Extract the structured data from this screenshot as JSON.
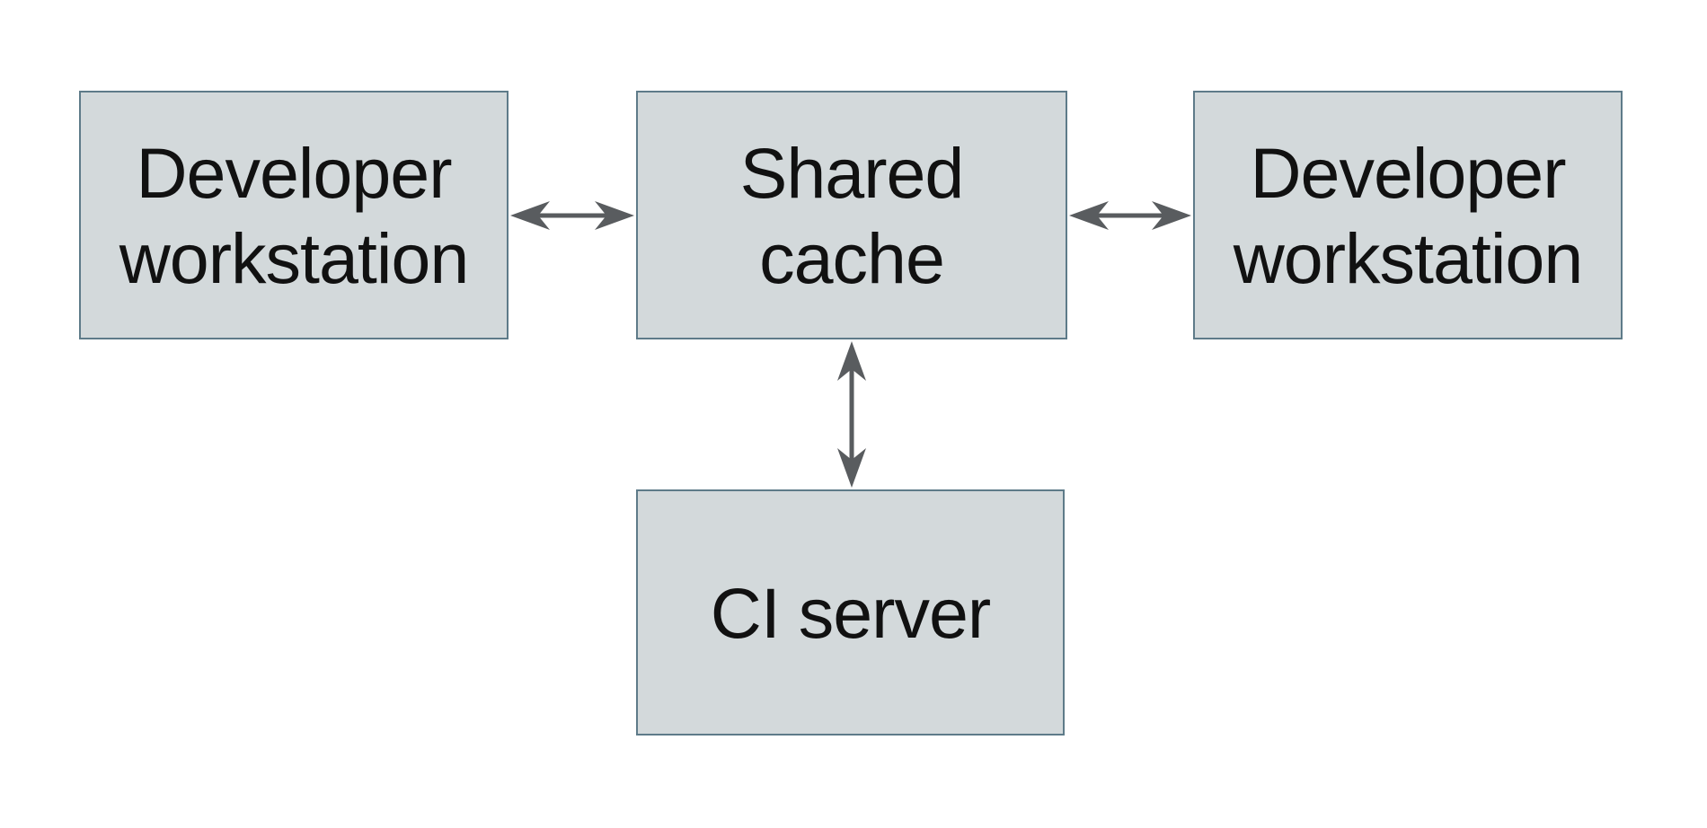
{
  "diagram": {
    "nodes": {
      "dev_left": {
        "label": "Developer workstation",
        "line1": "Developer",
        "line2": "workstation"
      },
      "shared_cache": {
        "label": "Shared cache",
        "line1": "Shared",
        "line2": "cache"
      },
      "dev_right": {
        "label": "Developer workstation",
        "line1": "Developer",
        "line2": "workstation"
      },
      "ci_server": {
        "label": "CI server",
        "line1": "CI server"
      }
    },
    "edges": [
      {
        "from": "Developer workstation (left)",
        "to": "Shared cache",
        "type": "bidirectional-arrow"
      },
      {
        "from": "Shared cache",
        "to": "Developer workstation (right)",
        "type": "bidirectional-arrow"
      },
      {
        "from": "Shared cache",
        "to": "CI server",
        "type": "bidirectional-arrow"
      }
    ],
    "colors": {
      "node_fill": "#d3d9db",
      "node_border": "#5e7b89",
      "arrow": "#595c5f",
      "text": "#111111",
      "background": "#ffffff"
    }
  }
}
